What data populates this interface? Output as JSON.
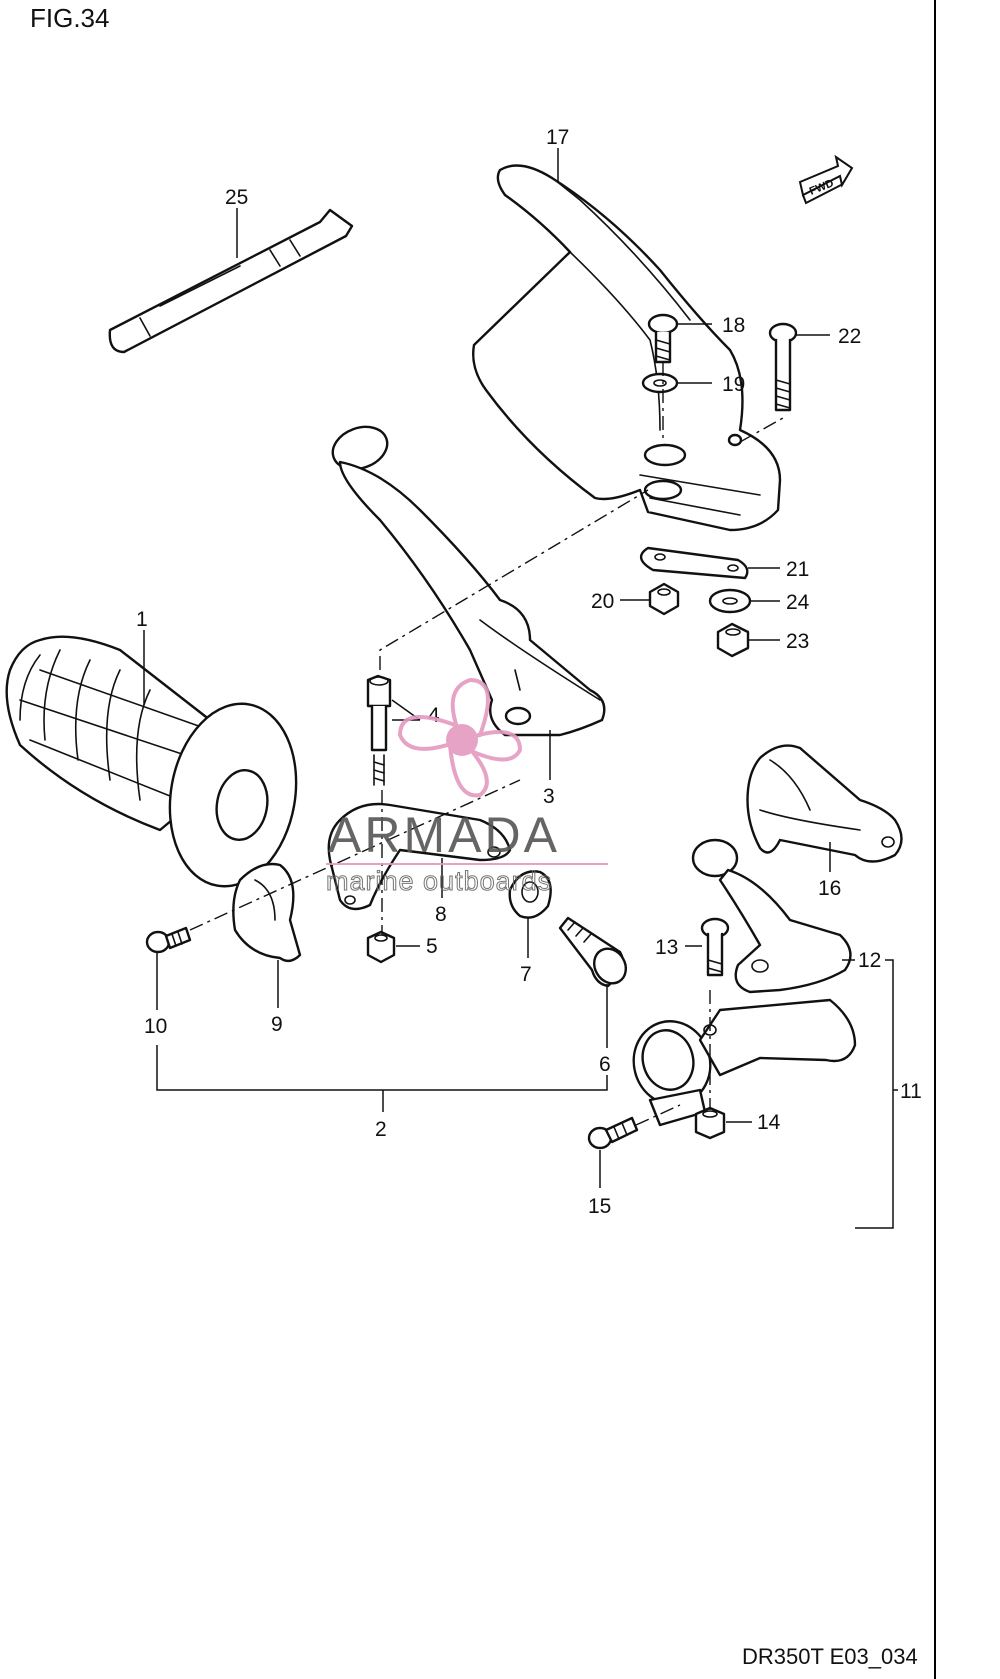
{
  "figure": {
    "title": "FIG.34",
    "code": "DR350T E03_034"
  },
  "fwd_badge": {
    "text": "FWD"
  },
  "watermark": {
    "name": "ARMADA",
    "tagline": "marine outboards",
    "color": "#e49ac0"
  },
  "callouts": [
    "1",
    "2",
    "3",
    "4",
    "5",
    "6",
    "7",
    "8",
    "9",
    "10",
    "11",
    "12",
    "13",
    "14",
    "15",
    "16",
    "17",
    "18",
    "19",
    "20",
    "21",
    "22",
    "23",
    "24",
    "25"
  ],
  "parts": [
    {
      "key": "p1",
      "name": "grip"
    },
    {
      "key": "p3",
      "name": "clutch-lever"
    },
    {
      "key": "p4",
      "name": "pivot-bolt"
    },
    {
      "key": "p5",
      "name": "nut"
    },
    {
      "key": "p6",
      "name": "adjuster"
    },
    {
      "key": "p7",
      "name": "locknut"
    },
    {
      "key": "p8",
      "name": "lever-holder"
    },
    {
      "key": "p9",
      "name": "holder-clamp"
    },
    {
      "key": "p10",
      "name": "screw"
    },
    {
      "key": "p12",
      "name": "brake-lever"
    },
    {
      "key": "p13",
      "name": "pivot-bolt"
    },
    {
      "key": "p14",
      "name": "nut"
    },
    {
      "key": "p15",
      "name": "screw"
    },
    {
      "key": "p16",
      "name": "lever-cover"
    },
    {
      "key": "p17",
      "name": "knuckle-cover"
    },
    {
      "key": "p18",
      "name": "screw"
    },
    {
      "key": "p19",
      "name": "washer"
    },
    {
      "key": "p20",
      "name": "nut"
    },
    {
      "key": "p21",
      "name": "plate"
    },
    {
      "key": "p22",
      "name": "bolt"
    },
    {
      "key": "p23",
      "name": "nut"
    },
    {
      "key": "p24",
      "name": "washer"
    },
    {
      "key": "p25",
      "name": "cable-tie"
    }
  ]
}
